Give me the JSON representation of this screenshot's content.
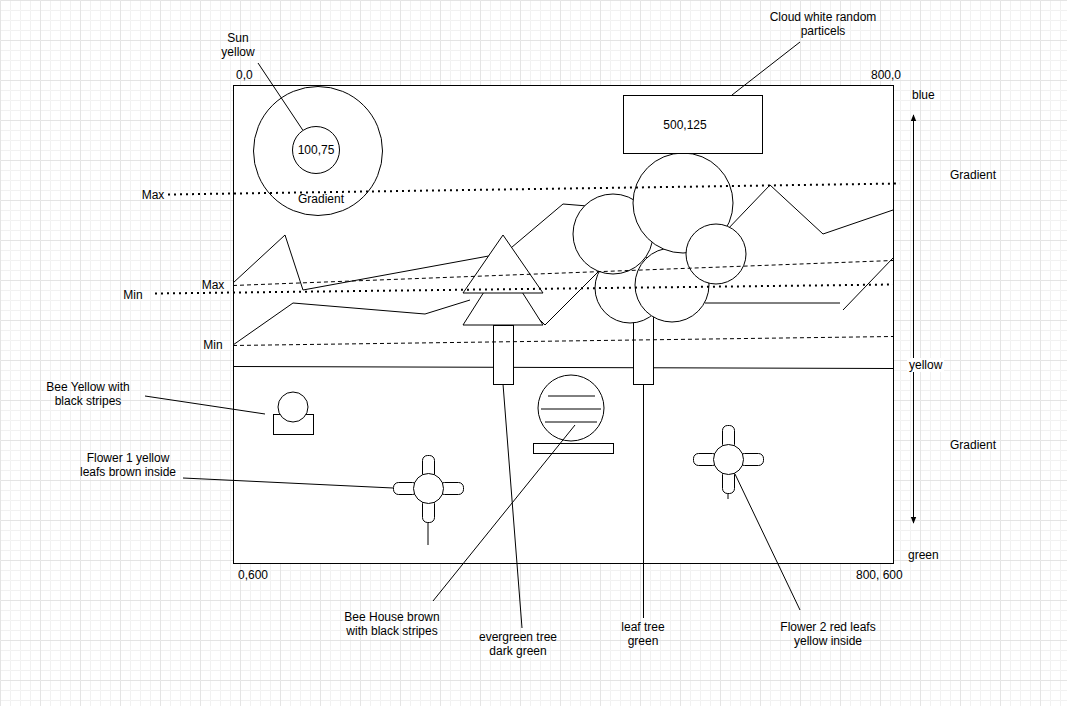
{
  "diagram": {
    "nodes": [
      {
        "text": [
          "Gradient"
        ]
      },
      {
        "text": [
          "100,75"
        ],
        "in": 0
      },
      {
        "text": [
          "500,125"
        ]
      }
    ],
    "labels": [
      "Cloud white random  particels",
      "Sun yellow",
      "0,0",
      "800,0",
      "blue",
      "Gradient",
      "Max",
      "Max",
      "Min",
      "Min",
      "yellow",
      "Bee Yellow with black stripes",
      "Gradient",
      "Flower 1 yellow leafs brown inside",
      "green",
      "0,600",
      "800, 600",
      "Bee House brown with black stripes",
      "leaf tree green",
      "evergreen tree dark green",
      "Flower 2 red leafs yellow inside"
    ]
  }
}
